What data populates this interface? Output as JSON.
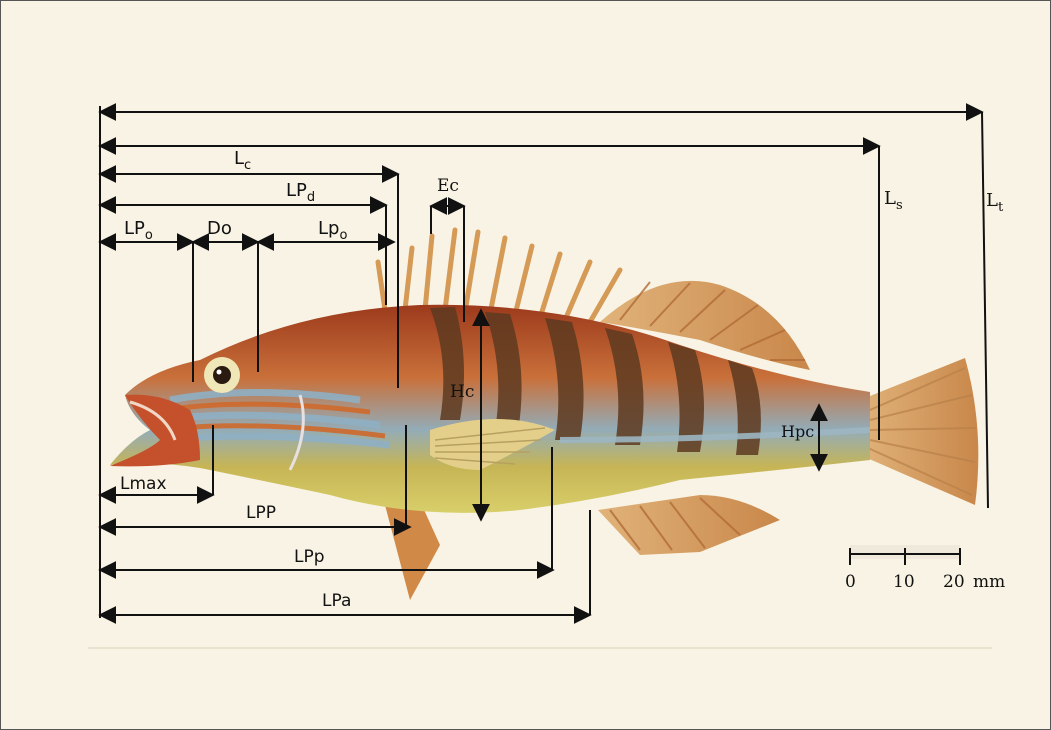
{
  "labels": {
    "lt": "L",
    "lt_sub": "t",
    "ls": "L",
    "ls_sub": "s",
    "lc": "L",
    "lc_sub": "c",
    "lpd": "LP",
    "lpd_sub": "d",
    "lpo": "LP",
    "lpo_sub": "o",
    "do": "Do",
    "lp_o": "Lp",
    "lp_o_sub": "o",
    "ec": "Ec",
    "hc": "Hc",
    "hpc": "Hpc",
    "lmax": "Lmax",
    "lpp_upper": "LPP",
    "lpp_lower": "LPp",
    "lpa": "LPa"
  },
  "scale_bar": {
    "ticks": [
      "0",
      "10",
      "20"
    ],
    "unit": "mm"
  },
  "colors": {
    "background": "#f8f3e4",
    "arrow": "#111111",
    "fish_body": "#c97a3c",
    "fish_belly": "#d9c65a",
    "fish_stripe": "#8fa9b8",
    "fish_band": "#5a3a24",
    "fin": "#d99a55"
  }
}
